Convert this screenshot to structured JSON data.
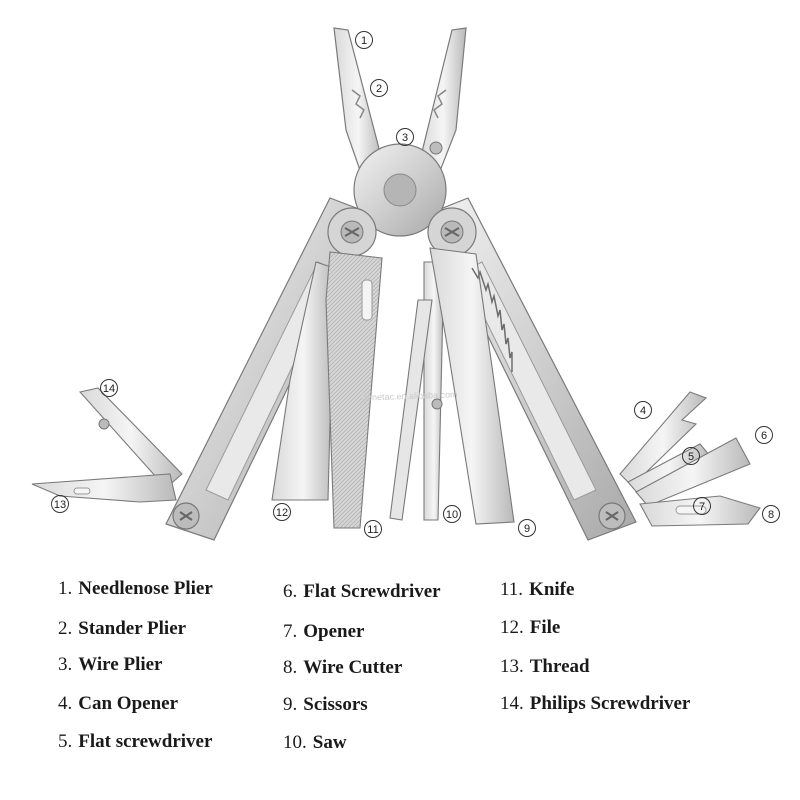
{
  "watermark": "genetac.en.alibaba.com",
  "callouts": [
    "1",
    "2",
    "3",
    "4",
    "5",
    "6",
    "7",
    "8",
    "9",
    "10",
    "11",
    "12",
    "13",
    "14"
  ],
  "legend": [
    {
      "num": "1.",
      "label": "Needlenose Plier"
    },
    {
      "num": "2.",
      "label": "Stander Plier"
    },
    {
      "num": "3.",
      "label": "Wire Plier"
    },
    {
      "num": "4.",
      "label": "Can Opener"
    },
    {
      "num": "5.",
      "label": "Flat screwdriver"
    },
    {
      "num": "6.",
      "label": "Flat Screwdriver"
    },
    {
      "num": "7.",
      "label": "Opener"
    },
    {
      "num": "8.",
      "label": "Wire Cutter"
    },
    {
      "num": "9.",
      "label": "Scissors"
    },
    {
      "num": "10.",
      "label": "Saw"
    },
    {
      "num": "11.",
      "label": "Knife"
    },
    {
      "num": "12.",
      "label": "File"
    },
    {
      "num": "13.",
      "label": "Thread"
    },
    {
      "num": "14.",
      "label": "Philips Screwdriver"
    }
  ],
  "colors": {
    "steel_light": "#e4e4e4",
    "steel_mid": "#c4c4c4",
    "steel_dark": "#8c8c8c",
    "outline": "#7a7a7a"
  }
}
